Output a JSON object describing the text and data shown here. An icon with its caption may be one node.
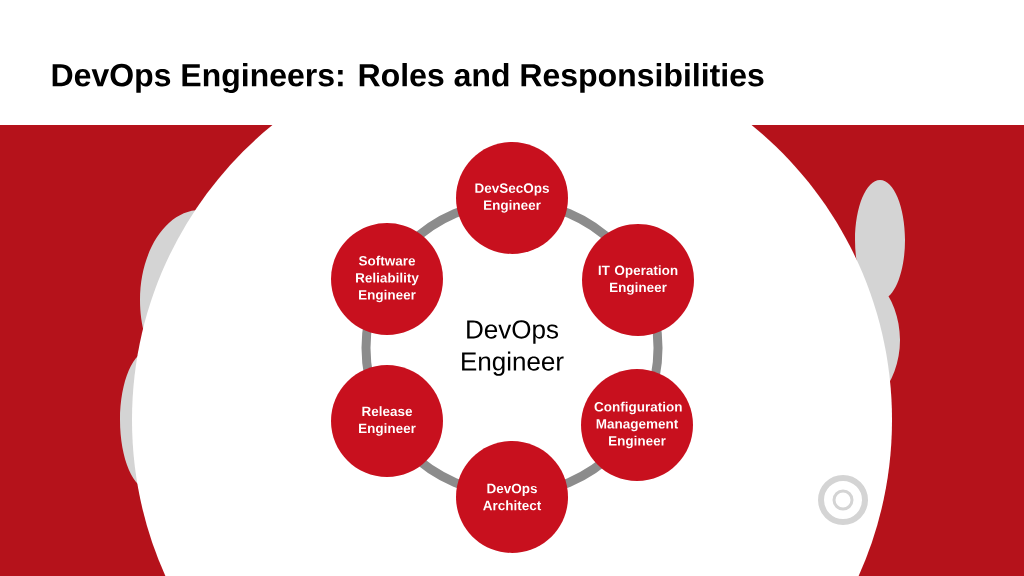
{
  "diagram": {
    "title": "DevOps Engineers: Roles and Responsibilities",
    "nodes": [
      {
        "text": [
          "DevOps Engineer"
        ]
      },
      {
        "text": [
          "DevSecOps Engineer"
        ]
      },
      {
        "text": [
          "Software Reliability Engineer"
        ]
      },
      {
        "text": [
          "IT Operation Engineer"
        ]
      },
      {
        "text": [
          "Release Engineer"
        ]
      },
      {
        "text": [
          "Configuration Management Engineer"
        ]
      },
      {
        "text": [
          "DevOps Architect"
        ]
      }
    ]
  }
}
